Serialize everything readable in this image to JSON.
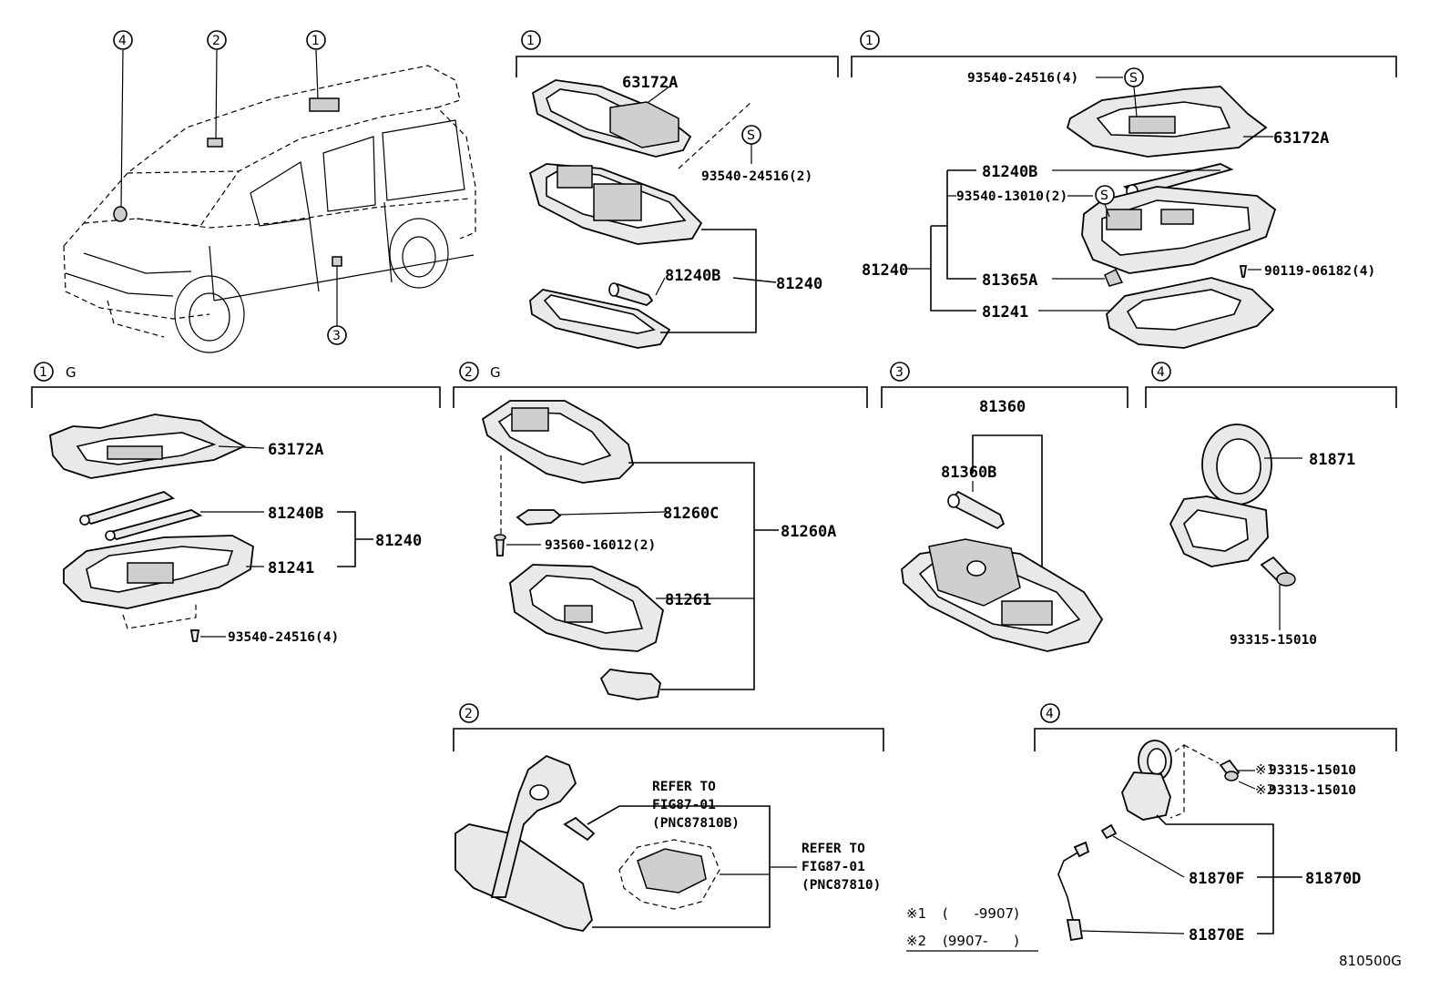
{
  "diagram_id": "810500G",
  "notes": [
    {
      "mark": "※1",
      "range": "(      -9907)"
    },
    {
      "mark": "※2",
      "range": "(9907-      )"
    }
  ],
  "circle_numbers": {
    "one": "1",
    "two": "2",
    "three": "3",
    "four": "4"
  },
  "g_suffix": "G",
  "s_mark": "S",
  "parts": {
    "p63172A": "63172A",
    "p93540_24516_2": "93540-24516(2)",
    "p81240B": "81240B",
    "p81240": "81240",
    "p93540_24516_4": "93540-24516(4)",
    "p93540_13010_2": "93540-13010(2)",
    "p81365A": "81365A",
    "p81241": "81241",
    "p90119_06182_4": "90119-06182(4)",
    "p81260C": "81260C",
    "p81260A": "81260A",
    "p93560_16012_2": "93560-16012(2)",
    "p81261": "81261",
    "p81360": "81360",
    "p81360B": "81360B",
    "p81871": "81871",
    "p93315_15010": "93315-15010",
    "p93313_15010": "93313-15010",
    "p81870F": "81870F",
    "p81870D": "81870D",
    "p81870E": "81870E"
  },
  "refs": {
    "r1": {
      "line1": "REFER TO",
      "line2": "FIG87-01",
      "line3": "(PNC87810B)"
    },
    "r2": {
      "line1": "REFER TO",
      "line2": "FIG87-01",
      "line3": "(PNC87810)"
    }
  }
}
